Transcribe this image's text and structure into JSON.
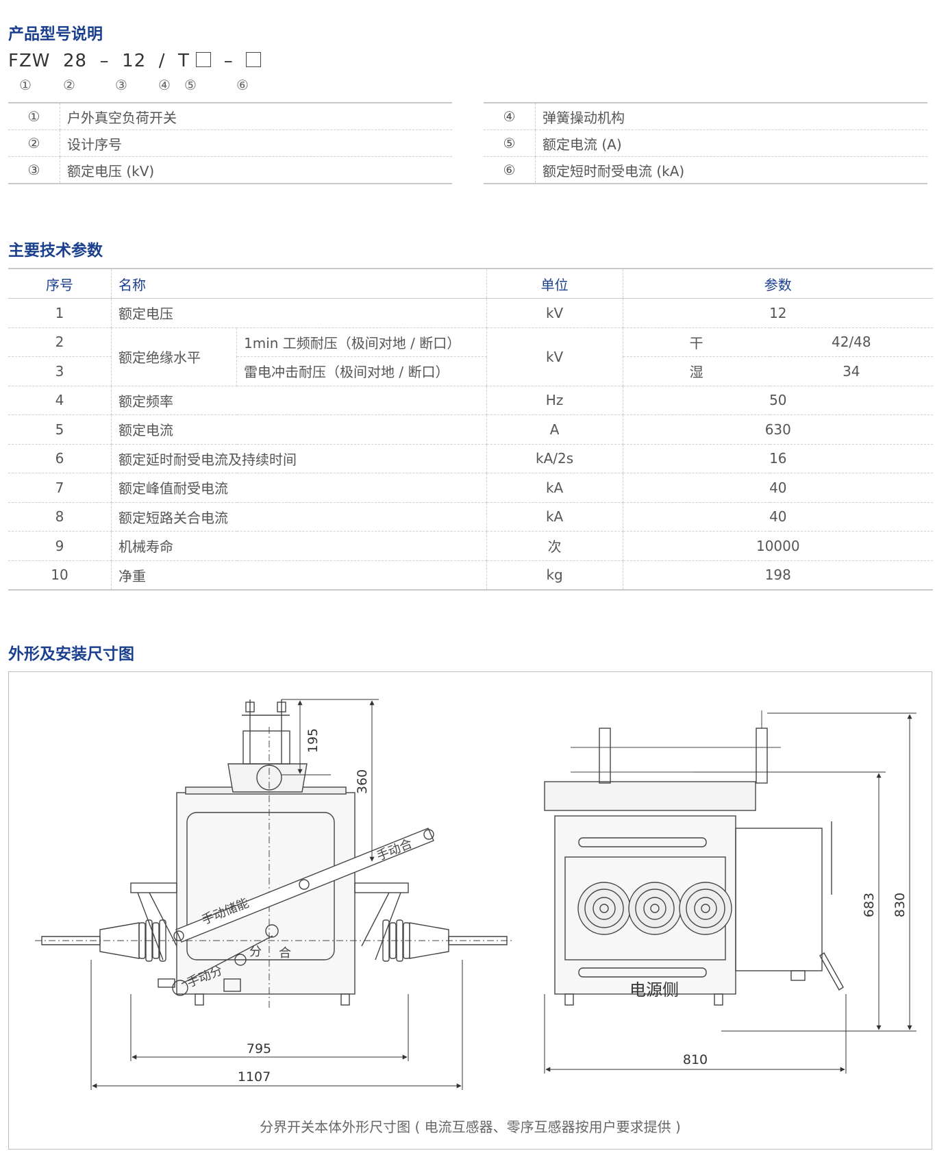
{
  "sections": {
    "model": "产品型号说明",
    "params": "主要技术参数",
    "drawing": "外形及安装尺寸图"
  },
  "model_code": {
    "prefix": "FZW  28  –  12  /  T",
    "dash": "–",
    "markers": [
      "①",
      "②",
      "③",
      "④",
      "⑤",
      "⑥"
    ]
  },
  "legend_left": [
    {
      "n": "①",
      "text": "户外真空负荷开关"
    },
    {
      "n": "②",
      "text": "设计序号"
    },
    {
      "n": "③",
      "text": "额定电压 (kV)"
    }
  ],
  "legend_right": [
    {
      "n": "④",
      "text": "弹簧操动机构"
    },
    {
      "n": "⑤",
      "text": "额定电流 (A)"
    },
    {
      "n": "⑥",
      "text": "额定短时耐受电流 (kA)"
    }
  ],
  "tech": {
    "headers": {
      "no": "序号",
      "name": "名称",
      "unit": "单位",
      "param": "参数"
    },
    "r1": {
      "no": "1",
      "name": "额定电压",
      "unit": "kV",
      "value": "12"
    },
    "insulation": {
      "name": "额定绝缘水平",
      "unit": "kV",
      "r2": {
        "no": "2",
        "sub": "1min 工频耐压（极间对地 / 断口）",
        "cond": "干",
        "value": "42/48"
      },
      "r3": {
        "no": "3",
        "sub": "雷电冲击耐压（极间对地 / 断口）",
        "cond": "湿",
        "value": "34"
      }
    },
    "rows": [
      {
        "no": "4",
        "name": "额定频率",
        "unit": "Hz",
        "value": "50"
      },
      {
        "no": "5",
        "name": "额定电流",
        "unit": "A",
        "value": "630"
      },
      {
        "no": "6",
        "name": "额定延时耐受电流及持续时间",
        "unit": "kA/2s",
        "value": "16"
      },
      {
        "no": "7",
        "name": "额定峰值耐受电流",
        "unit": "kA",
        "value": "40"
      },
      {
        "no": "8",
        "name": "额定短路关合电流",
        "unit": "kA",
        "value": "40"
      },
      {
        "no": "9",
        "name": "机械寿命",
        "unit": "次",
        "value": "10000"
      },
      {
        "no": "10",
        "name": "净重",
        "unit": "kg",
        "value": "198"
      }
    ]
  },
  "drawing": {
    "front": {
      "dim_195": "195",
      "dim_360": "360",
      "dim_795": "795",
      "dim_1107": "1107",
      "label_close": "手动合",
      "label_store": "手动储能",
      "label_open_manual": "手动分",
      "label_fen": "分",
      "label_he": "合"
    },
    "side": {
      "dim_683": "683",
      "dim_830": "830",
      "dim_810": "810",
      "label_source": "电源侧"
    },
    "caption": "分界开关本体外形尺寸图 ( 电流互感器、零序互感器按用户要求提供 )"
  }
}
